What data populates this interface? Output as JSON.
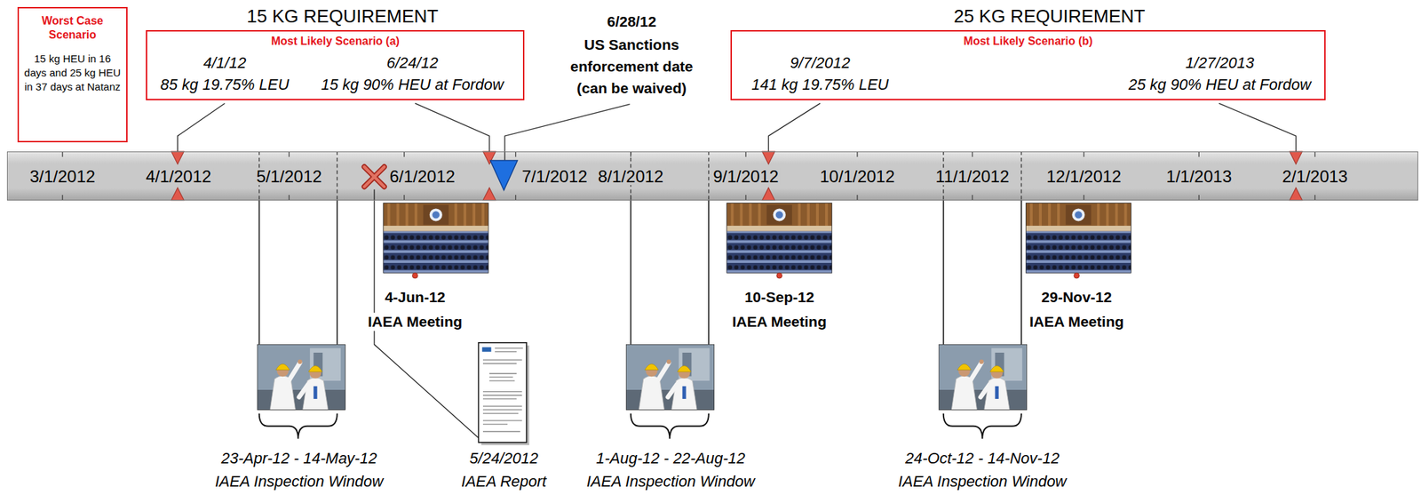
{
  "diagram": {
    "nodes": [
      {
        "text": [
          "Worst Case Scenario",
          "15 kg HEU in 16 days and 25 kg HEU in 37 days at Natanz"
        ]
      },
      {
        "text": [
          "Most Likely Scenario (a)",
          "4/1/12",
          "85 kg 19.75% LEU",
          "6/24/12",
          "15 kg 90% HEU at Fordow"
        ]
      },
      {
        "text": [
          "Most Likely Scenario (b)",
          "9/7/2012",
          "141 kg 19.75% LEU",
          "1/27/2013",
          "25 kg 90% HEU at Fordow"
        ]
      },
      {
        "text": [
          "3/1/2012",
          "4/1/2012",
          "5/1/2012",
          "6/1/2012",
          "7/1/2012",
          "8/1/2012",
          "9/1/2012",
          "10/1/2012",
          "11/1/2012",
          "12/1/2012",
          "1/1/2013",
          "2/1/2013"
        ]
      }
    ],
    "labels": [
      "15 KG REQUIREMENT",
      "25 KG REQUIREMENT",
      "6/28/12",
      "US Sanctions enforcement date (can be waived)",
      "4-Jun-12",
      "IAEA Meeting",
      "10-Sep-12",
      "IAEA Meeting",
      "29-Nov-12",
      "IAEA Meeting",
      "23-Apr-12 - 14-May-12",
      "IAEA Inspection Window",
      "5/24/2012",
      "IAEA Report",
      "1-Aug-12 - 22-Aug-12",
      "IAEA Inspection Window",
      "24-Oct-12 - 14-Nov-12",
      "IAEA Inspection Window"
    ]
  }
}
